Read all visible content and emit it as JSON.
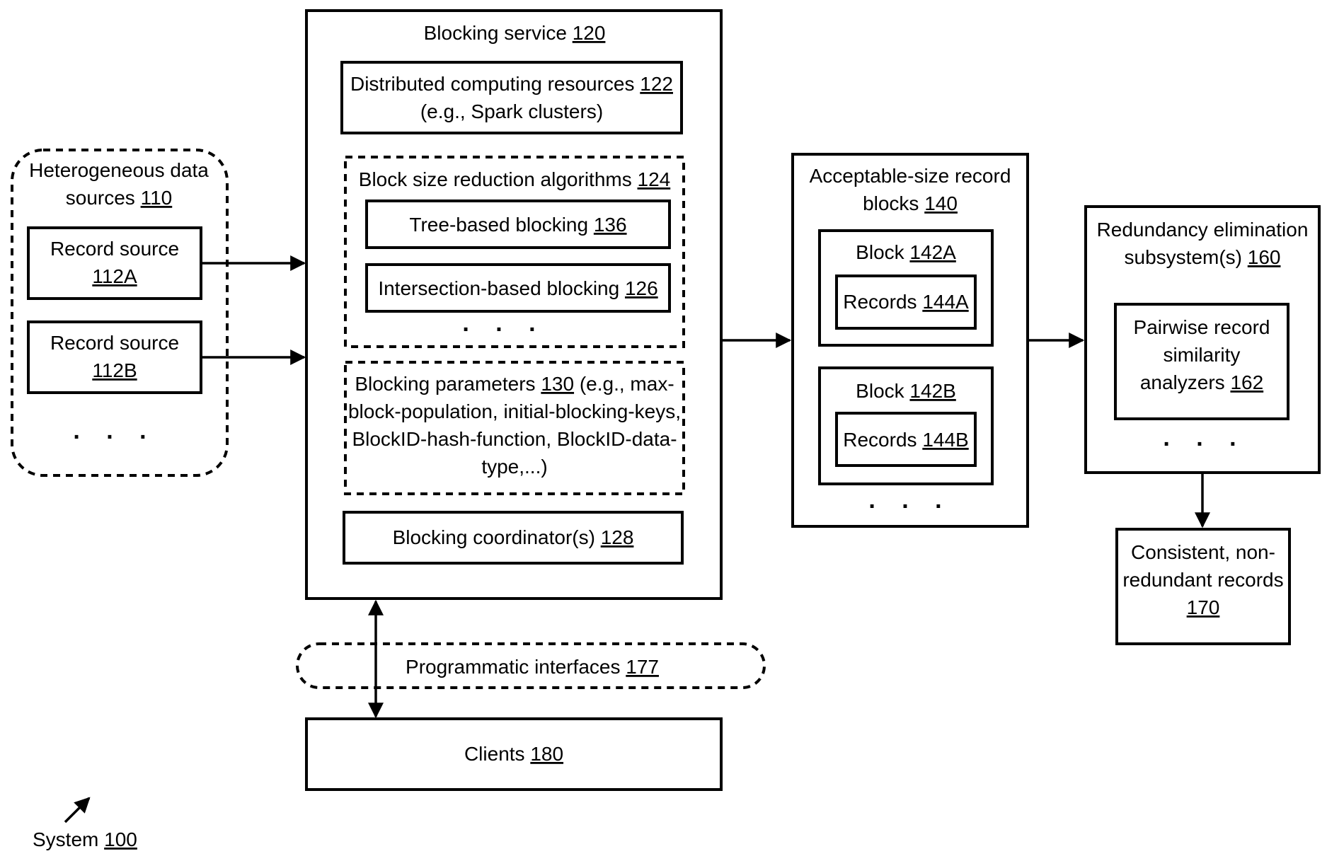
{
  "blocking_service": {
    "title": "Blocking service",
    "ref": "120"
  },
  "distributed": {
    "line1": "Distributed computing resources",
    "ref": "122",
    "line2": "(e.g., Spark clusters)"
  },
  "reduction": {
    "title": "Block size reduction algorithms",
    "ref": "124"
  },
  "tree_blocking": {
    "label": "Tree-based blocking",
    "ref": "136"
  },
  "intersection_blocking": {
    "label": "Intersection-based blocking",
    "ref": "126"
  },
  "params": {
    "line1": "Blocking parameters",
    "ref": "130",
    "line1_suffix": "(e.g., max-",
    "line2": "block-population, initial-blocking-keys,",
    "line3": "BlockID-hash-function, BlockID-data-",
    "line4": "type,...)"
  },
  "coordinator": {
    "label": "Blocking coordinator(s)",
    "ref": "128"
  },
  "hetero": {
    "line1": "Heterogeneous data",
    "line2": "sources",
    "ref": "110"
  },
  "source_a": {
    "line1": "Record source",
    "ref": "112A"
  },
  "source_b": {
    "line1": "Record source",
    "ref": "112B"
  },
  "acceptable": {
    "line1": "Acceptable-size record",
    "line2": "blocks",
    "ref": "140"
  },
  "block_a": {
    "label": "Block",
    "ref": "142A",
    "records_label": "Records",
    "records_ref": "144A"
  },
  "block_b": {
    "label": "Block",
    "ref": "142B",
    "records_label": "Records",
    "records_ref": "144B"
  },
  "redundancy": {
    "line1": "Redundancy elimination",
    "line2": "subsystem(s)",
    "ref": "160"
  },
  "pairwise": {
    "line1": "Pairwise record",
    "line2": "similarity",
    "line3": "analyzers",
    "ref": "162"
  },
  "consistent": {
    "line1": "Consistent, non-",
    "line2": "redundant records",
    "ref": "170"
  },
  "interfaces": {
    "label": "Programmatic interfaces",
    "ref": "177"
  },
  "clients": {
    "label": "Clients",
    "ref": "180"
  },
  "system": {
    "label": "System",
    "ref": "100"
  },
  "ellipsis": ". . ."
}
